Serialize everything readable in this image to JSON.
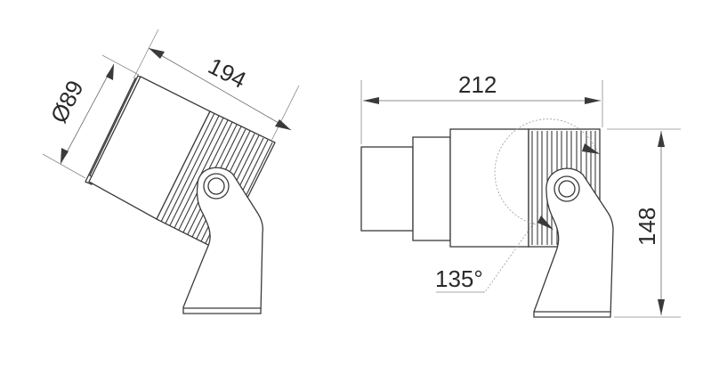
{
  "drawing": {
    "title": "Spotlight dimension drawing",
    "colors": {
      "line": "#3a3a3a",
      "dimension": "#6a6a6a",
      "background": "#ffffff"
    },
    "views": [
      {
        "id": "tilted-view",
        "dimensions": {
          "length": "194",
          "diameter": "Ø89"
        }
      },
      {
        "id": "side-view",
        "dimensions": {
          "length": "212",
          "height": "148",
          "angle": "135°"
        }
      }
    ]
  }
}
